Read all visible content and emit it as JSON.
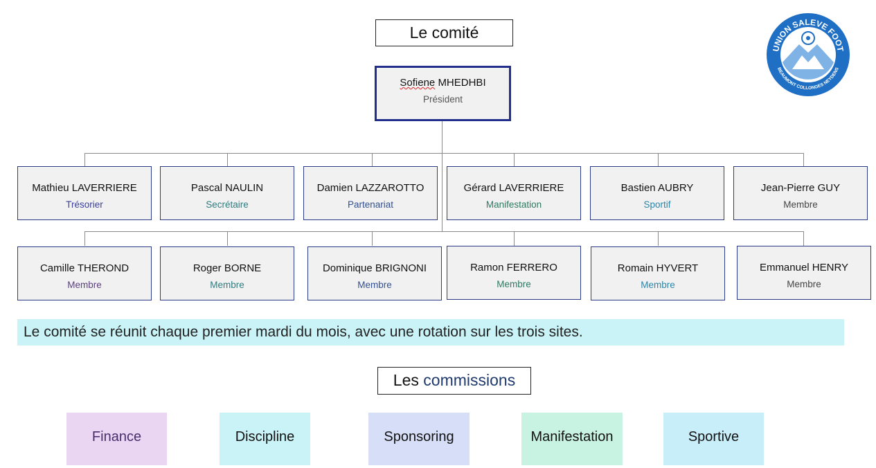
{
  "committee_title": "Le comité",
  "president": {
    "first": "Sofiene",
    "last": "MHEDHBI",
    "role": "Président"
  },
  "row1": [
    {
      "name": "Mathieu LAVERRIERE",
      "role": "Trésorier",
      "role_color": "#3a3f9a"
    },
    {
      "name": "Pascal NAULIN",
      "role": "Secrétaire",
      "role_color": "#2e7c7e"
    },
    {
      "name": "Damien LAZZAROTTO",
      "role": "Partenariat",
      "role_color": "#34508f"
    },
    {
      "name": "Gérard LAVERRIERE",
      "role": "Manifestation",
      "role_color": "#2f7a62"
    },
    {
      "name": "Bastien AUBRY",
      "role": "Sportif",
      "role_color": "#2a86a8"
    },
    {
      "name": "Jean-Pierre GUY",
      "role": "Membre",
      "role_color": "#444444"
    }
  ],
  "row2": [
    {
      "name": "Camille THEROND",
      "role": "Membre",
      "role_color": "#5a3f7c"
    },
    {
      "name": "Roger BORNE",
      "role": "Membre",
      "role_color": "#2e7c7e"
    },
    {
      "name": "Dominique BRIGNONI",
      "role": "Membre",
      "role_color": "#34508f"
    },
    {
      "name": "Ramon FERRERO",
      "role": "Membre",
      "role_color": "#2f7a62"
    },
    {
      "name": "Romain HYVERT",
      "role": "Membre",
      "role_color": "#2a86a8"
    },
    {
      "name": "Emmanuel HENRY",
      "role": "Membre",
      "role_color": "#444444"
    }
  ],
  "note": "Le comité se réunit chaque premier mardi du mois, avec une rotation sur les trois sites.",
  "commissions_title": {
    "plain": "Les",
    "accent": "commissions"
  },
  "commissions": [
    {
      "label": "Finance",
      "bg": "#ead5f3",
      "color": "#4a2d6b"
    },
    {
      "label": "Discipline",
      "bg": "#c9f3f6",
      "color": "#111111"
    },
    {
      "label": "Sponsoring",
      "bg": "#d7def8",
      "color": "#111111"
    },
    {
      "label": "Manifestation",
      "bg": "#c8f2e2",
      "color": "#111111"
    },
    {
      "label": "Sportive",
      "bg": "#c8eefa",
      "color": "#111111"
    }
  ],
  "logo": {
    "top_text": "UNION SALEVE FOOT",
    "bottom_text": "BEAUMONT COLLONGES NEYDENS",
    "color": "#1f6fc4"
  }
}
